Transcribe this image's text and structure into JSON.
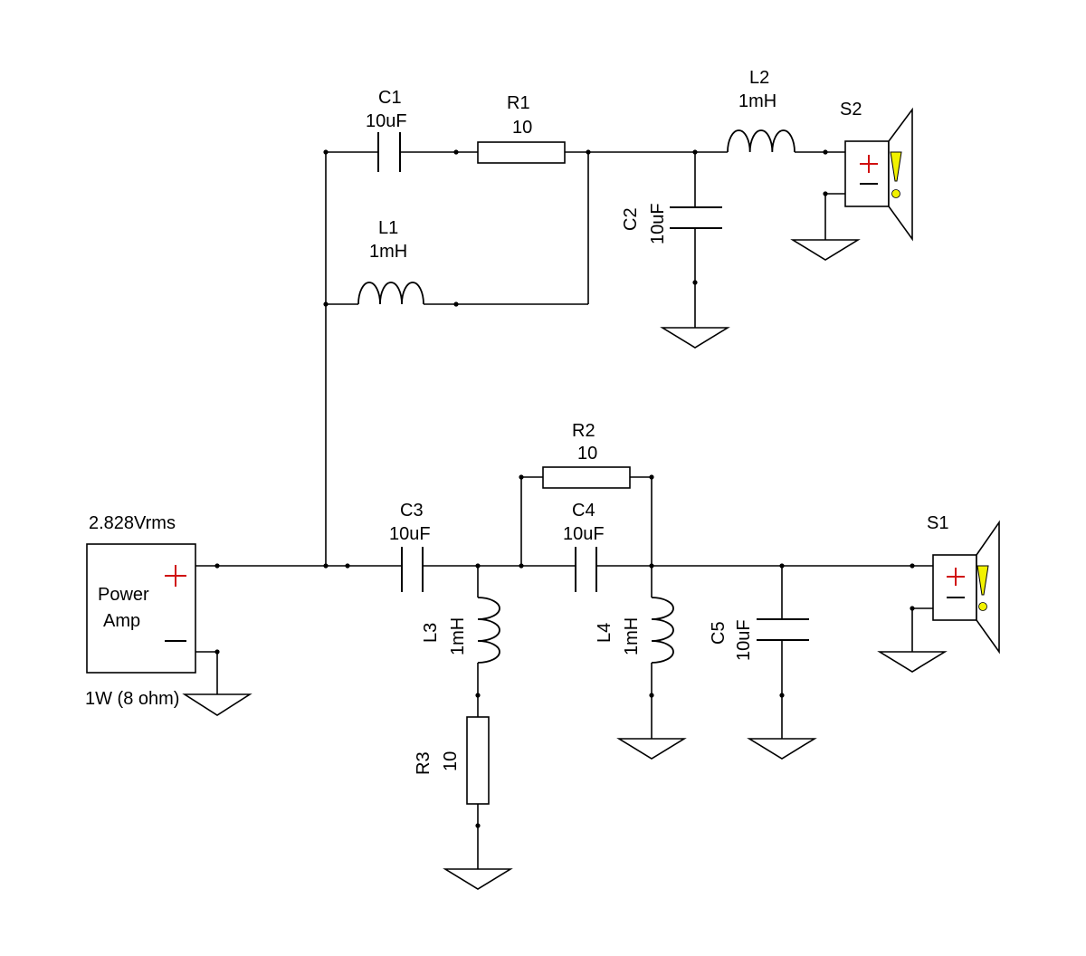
{
  "source": {
    "amplitude": "2.828Vrms",
    "name_line1": "Power",
    "name_line2": "Amp",
    "power": "1W (8 ohm)"
  },
  "components": {
    "C1": {
      "ref": "C1",
      "value": "10uF"
    },
    "R1": {
      "ref": "R1",
      "value": "10"
    },
    "L1": {
      "ref": "L1",
      "value": "1mH"
    },
    "L2": {
      "ref": "L2",
      "value": "1mH"
    },
    "C2": {
      "ref": "C2",
      "value": "10uF"
    },
    "S2": {
      "ref": "S2"
    },
    "R2": {
      "ref": "R2",
      "value": "10"
    },
    "C3": {
      "ref": "C3",
      "value": "10uF"
    },
    "C4": {
      "ref": "C4",
      "value": "10uF"
    },
    "L3": {
      "ref": "L3",
      "value": "1mH"
    },
    "L4": {
      "ref": "L4",
      "value": "1mH"
    },
    "C5": {
      "ref": "C5",
      "value": "10uF"
    },
    "R3": {
      "ref": "R3",
      "value": "10"
    },
    "S1": {
      "ref": "S1"
    }
  },
  "colors": {
    "plus": "#d01010",
    "warning_fill": "#f2f200",
    "warning_stroke": "#000000"
  },
  "icons": {
    "speaker": "speaker-icon",
    "ground": "ground-icon",
    "warning": "warning-icon"
  }
}
